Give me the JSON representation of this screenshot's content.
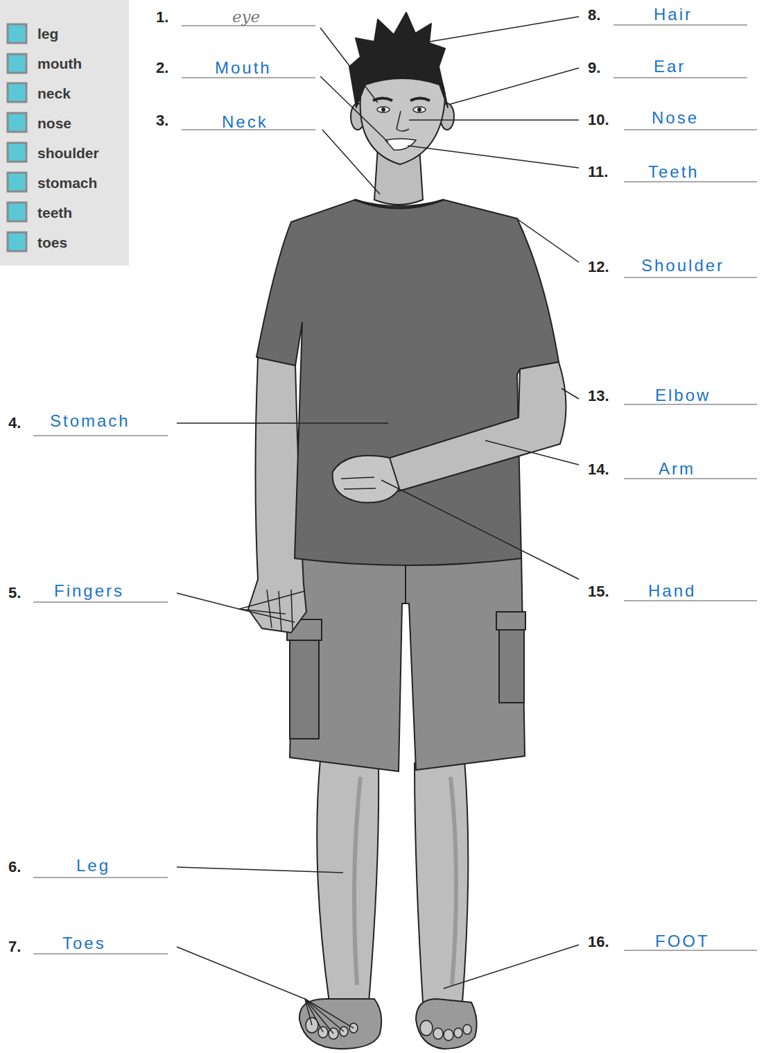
{
  "diagram": {
    "nodes": [
      {
        "text": [
          "leg",
          "mouth",
          "neck",
          "nose",
          "shoulder",
          "stomach",
          "teeth",
          "toes"
        ]
      }
    ],
    "labels": [
      "1.",
      "eye",
      "8.",
      "Hair",
      "2.",
      "Mouth",
      "9.",
      "Ear",
      "10.",
      "Nose",
      "3.",
      "Neck",
      "11.",
      "Teeth",
      "12.",
      "Shoulder",
      "13.",
      "Elbow",
      "4.",
      "Stomach",
      "14.",
      "Arm",
      "5.",
      "Fingers",
      "15.",
      "Hand",
      "6.",
      "Leg",
      "7.",
      "Toes",
      "16.",
      "FOOT"
    ]
  }
}
